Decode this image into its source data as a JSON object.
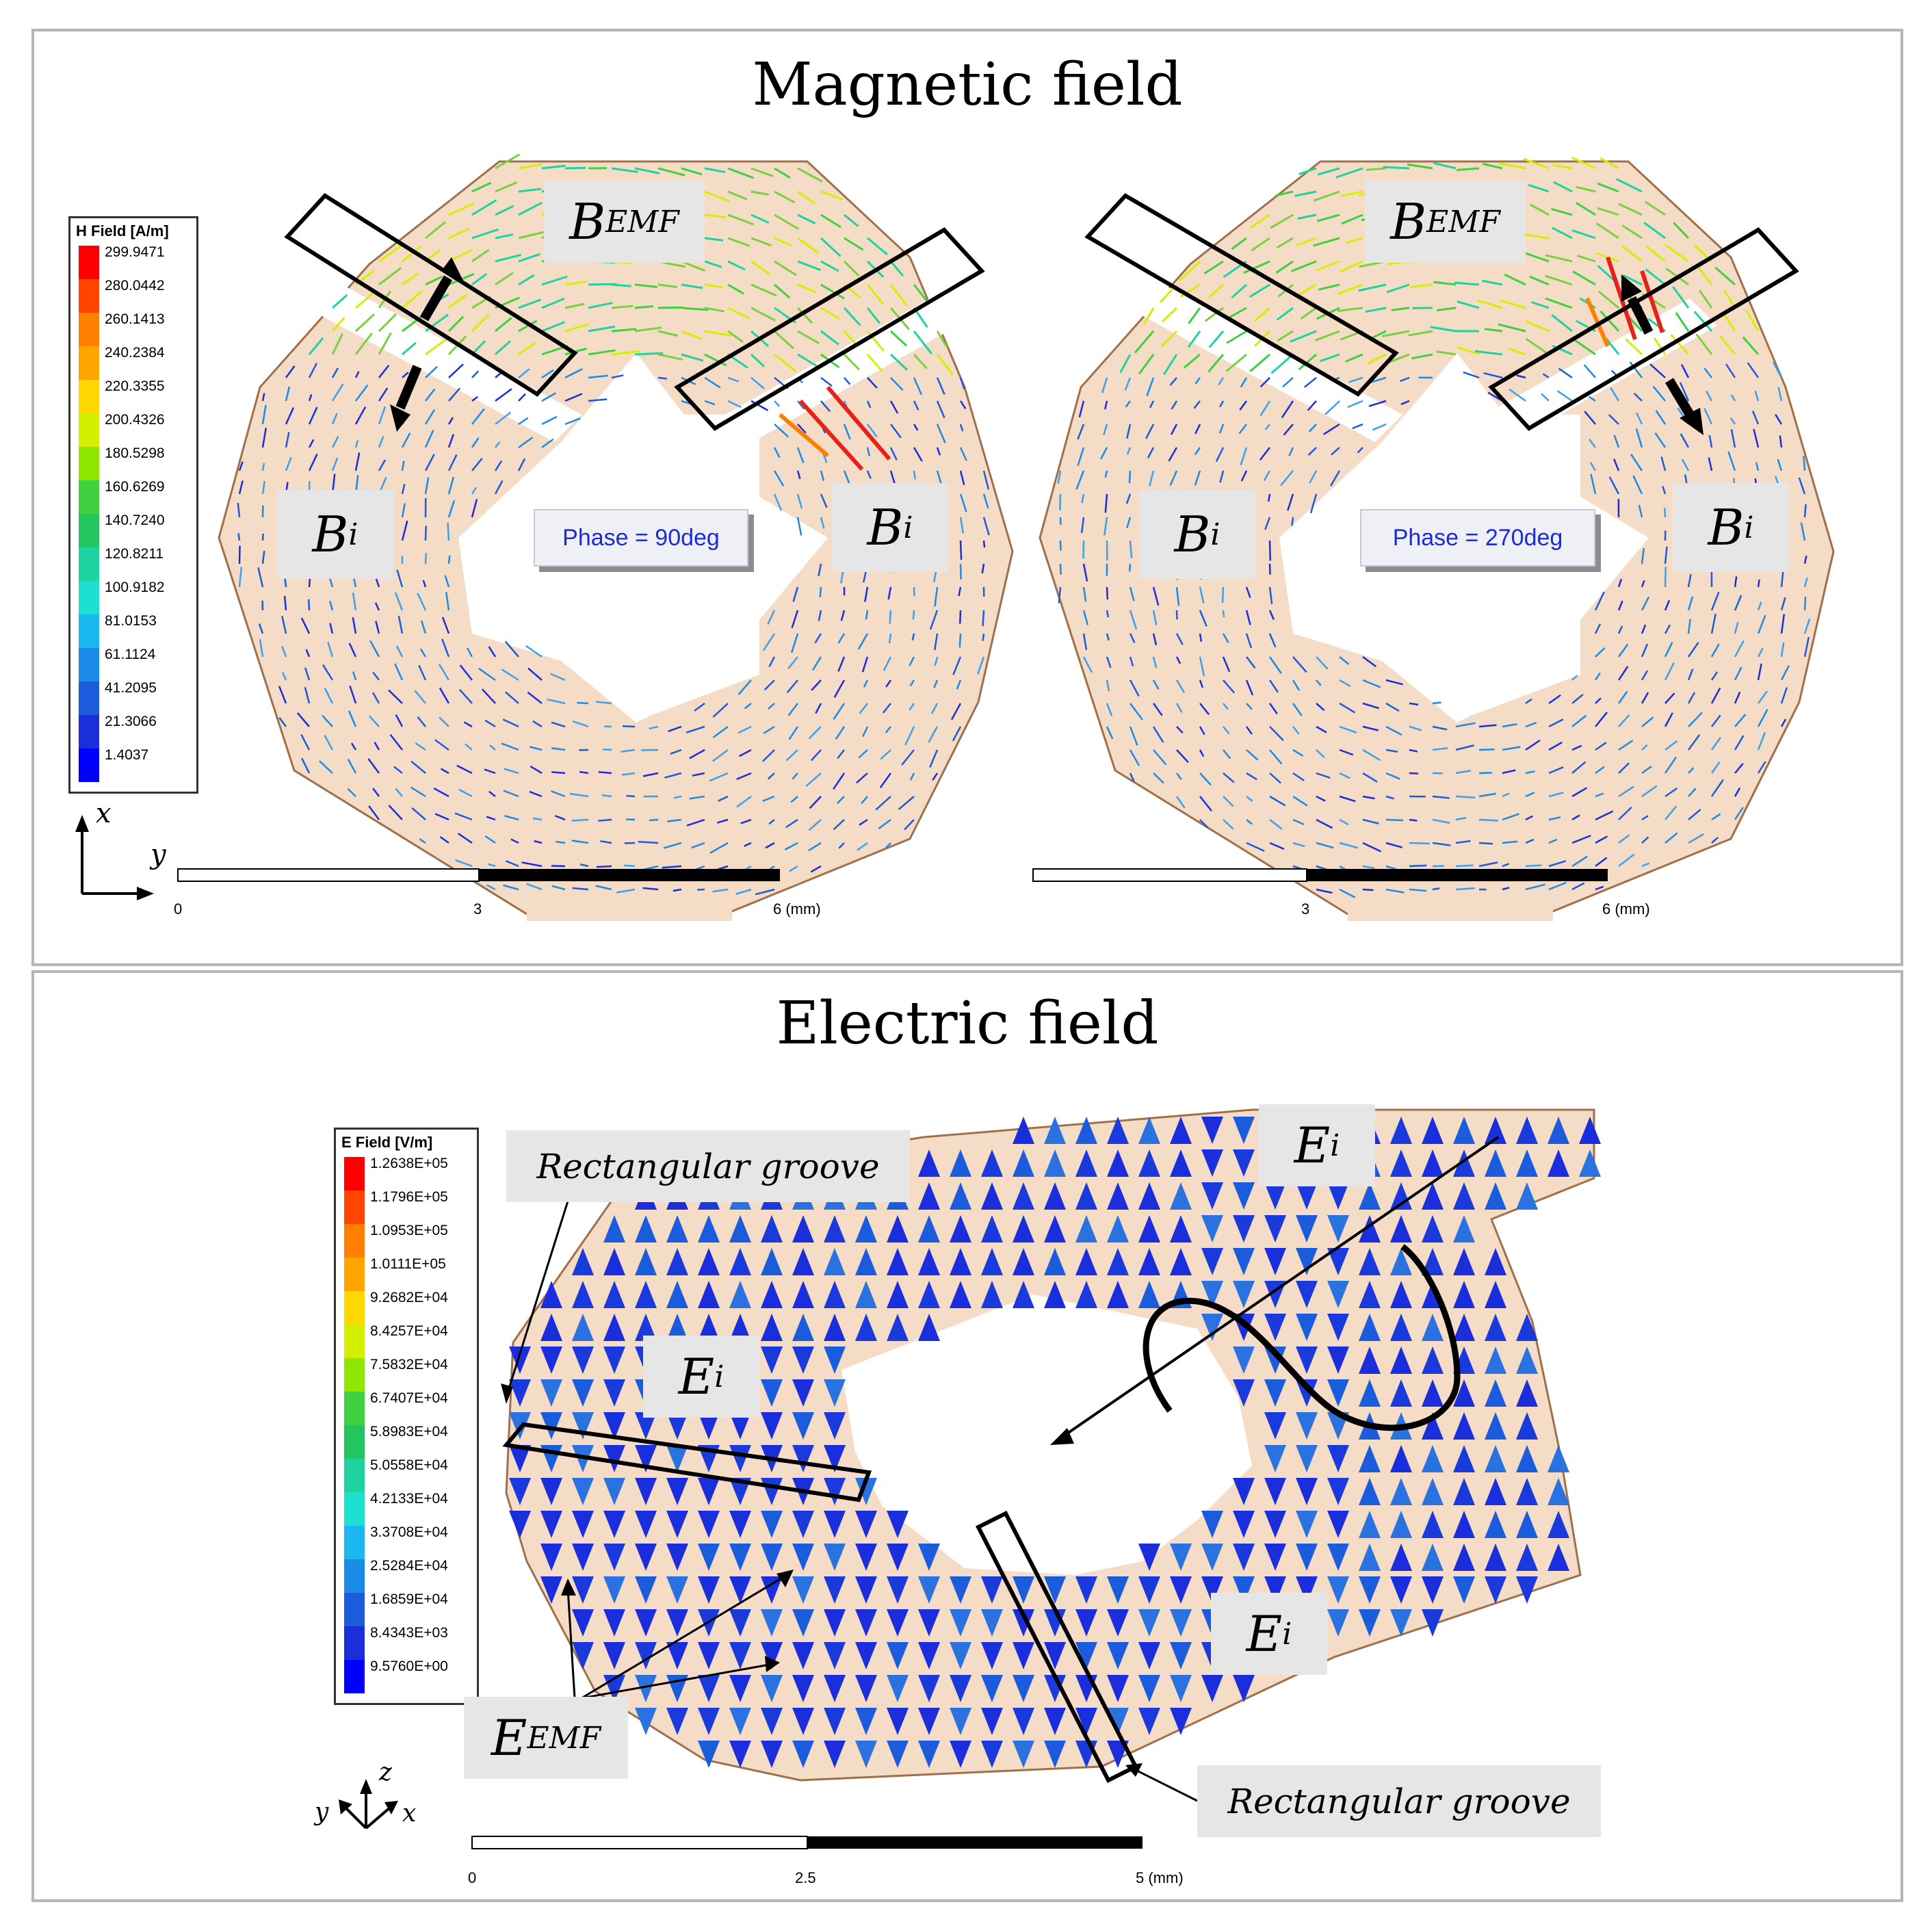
{
  "magnetic": {
    "title": "Magnetic field",
    "legend": {
      "title": "H Field [A/m]",
      "ticks": [
        "299.9471",
        "280.0442",
        "260.1413",
        "240.2384",
        "220.3355",
        "200.4326",
        "180.5298",
        "160.6269",
        "140.7240",
        "120.8211",
        "100.9182",
        "81.0153",
        "61.1124",
        "41.2095",
        "21.3066",
        "1.4037"
      ]
    },
    "left_phase": "Phase = 90deg",
    "right_phase": "Phase = 270deg",
    "b_emf": "B",
    "b_emf_sub": "EMF",
    "b_i": "B",
    "b_i_sub": "i",
    "axis_x": "x",
    "axis_y": "y",
    "scale_left": [
      "0",
      "3",
      "6 (mm)"
    ],
    "scale_right": [
      "3",
      "6 (mm)"
    ]
  },
  "electric": {
    "title": "Electric field",
    "legend": {
      "title": "E Field [V/m]",
      "ticks": [
        "1.2638E+05",
        "1.1796E+05",
        "1.0953E+05",
        "1.0111E+05",
        "9.2682E+04",
        "8.4257E+04",
        "7.5832E+04",
        "6.7407E+04",
        "5.8983E+04",
        "5.0558E+04",
        "4.2133E+04",
        "3.3708E+04",
        "2.5284E+04",
        "1.6859E+04",
        "8.4343E+03",
        "9.5760E+00"
      ]
    },
    "groove_top": "Rectangular groove",
    "groove_bottom": "Rectangular groove",
    "e_i": "E",
    "e_i_sub": "i",
    "e_emf": "E",
    "e_emf_sub": "EMF",
    "axis_z": "z",
    "axis_y": "y",
    "axis_x": "x",
    "scale": [
      "0",
      "2.5",
      "5 (mm)"
    ]
  },
  "colors": {
    "core": "#f5dcc6",
    "core_edge": "#a0704a",
    "legend_scale": [
      "#ff0000",
      "#ff4500",
      "#ff7f00",
      "#ffa500",
      "#ffd700",
      "#d4f000",
      "#8fe600",
      "#3fd13f",
      "#22c55e",
      "#1fd3a0",
      "#1ee0d0",
      "#1ab8ee",
      "#1a8ce8",
      "#1a5cdc",
      "#1a2edc",
      "#0000ff"
    ]
  }
}
